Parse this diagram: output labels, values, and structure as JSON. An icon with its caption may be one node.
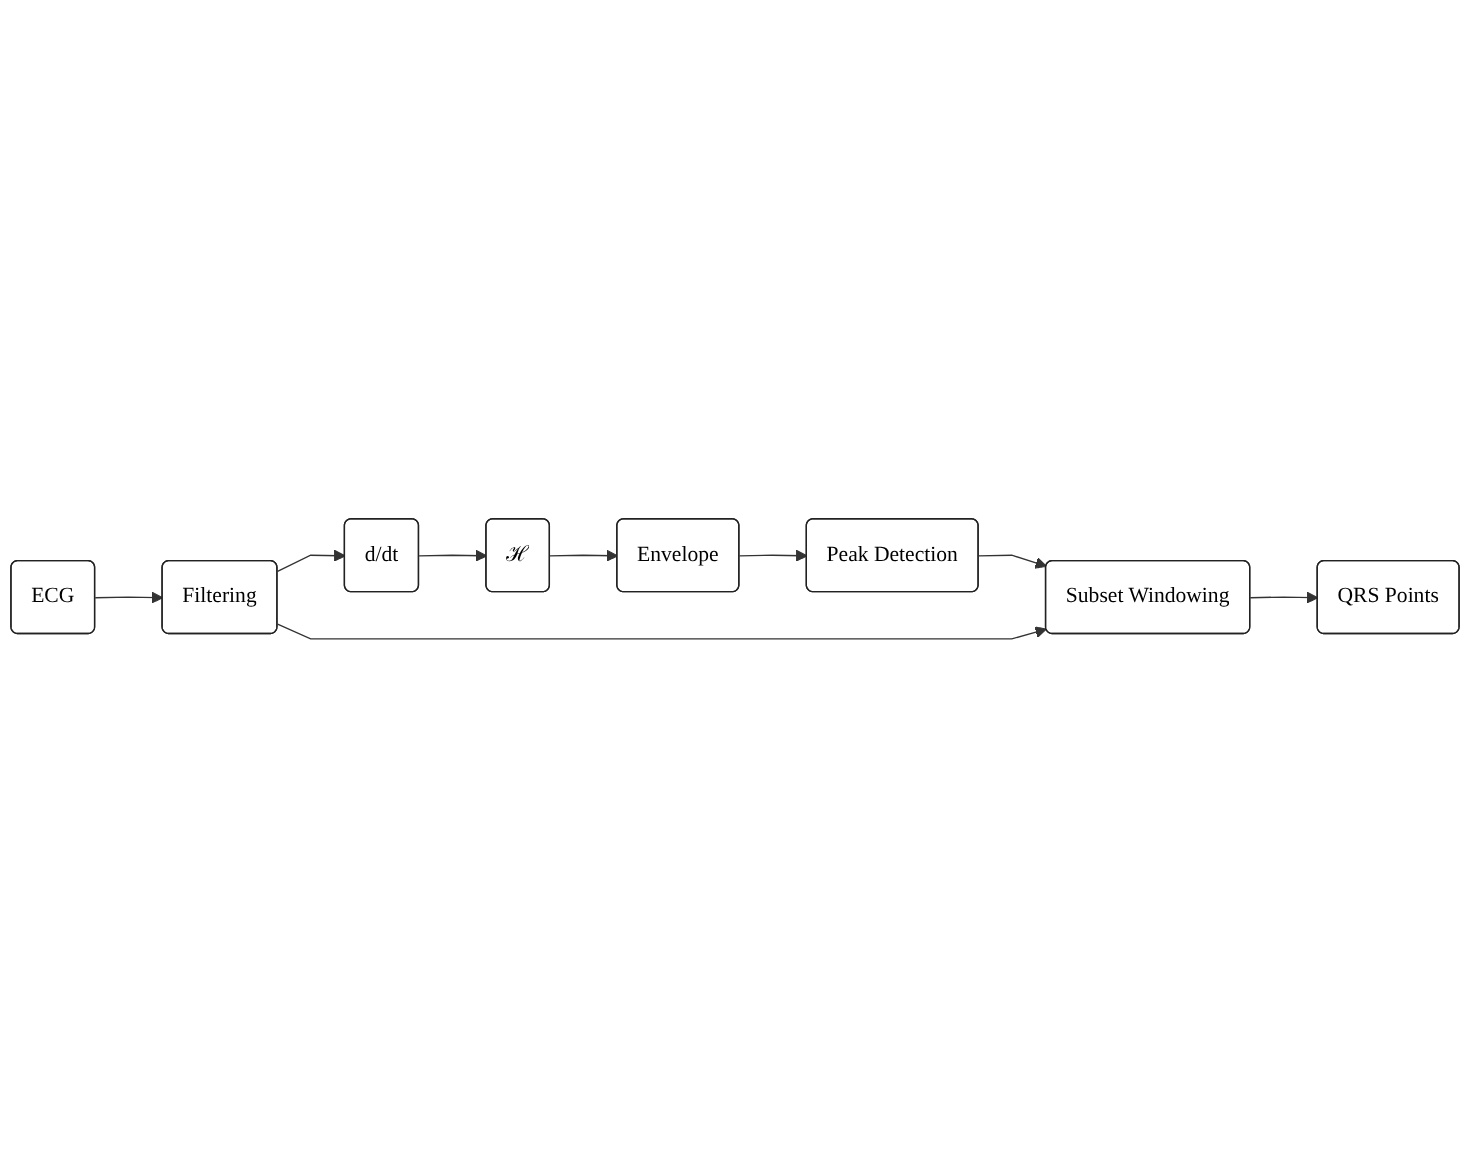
{
  "diagram": {
    "nodes": [
      {
        "text": [
          "ECG"
        ]
      },
      {
        "text": [
          "Filtering"
        ]
      },
      {
        "text": [
          "d/dt"
        ]
      },
      {
        "text": [
          "ℋ"
        ]
      },
      {
        "text": [
          "Envelope"
        ]
      },
      {
        "text": [
          "Peak Detection"
        ]
      },
      {
        "text": [
          "Subset Windowing"
        ]
      },
      {
        "text": [
          "QRS Points"
        ]
      }
    ],
    "edges": [
      {
        "from": 0,
        "to": 1,
        "arrow": "to"
      },
      {
        "from": 1,
        "to": 2,
        "arrow": "to"
      },
      {
        "from": 2,
        "to": 3,
        "arrow": "to"
      },
      {
        "from": 3,
        "to": 4,
        "arrow": "to"
      },
      {
        "from": 4,
        "to": 5,
        "arrow": "to"
      },
      {
        "from": 5,
        "to": 6,
        "arrow": "to"
      },
      {
        "from": 1,
        "to": 6,
        "arrow": "to"
      },
      {
        "from": 6,
        "to": 7,
        "arrow": "to"
      }
    ]
  }
}
